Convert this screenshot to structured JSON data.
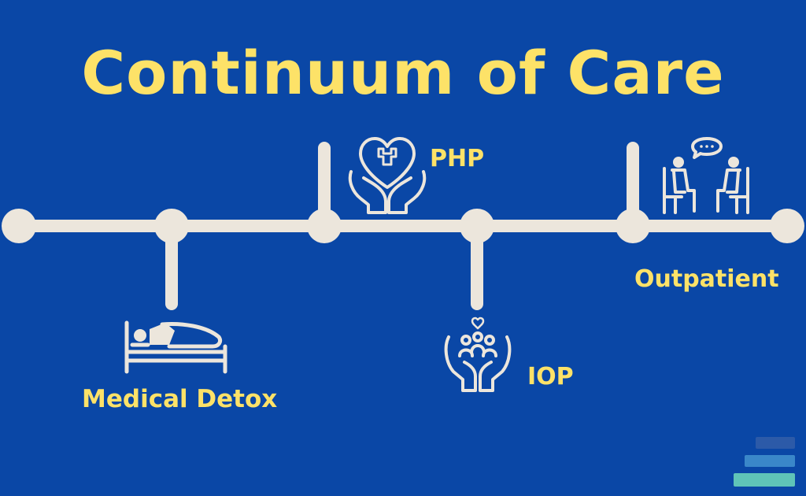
{
  "title": "Continuum of Care",
  "stages": [
    {
      "label": "Medical Detox",
      "icon": "bed-icon"
    },
    {
      "label": "PHP",
      "icon": "heart-hands-icon"
    },
    {
      "label": "IOP",
      "icon": "group-hands-icon"
    },
    {
      "label": "Outpatient",
      "icon": "counseling-icon"
    }
  ],
  "colors": {
    "background": "#0a47a6",
    "line": "#ece6dc",
    "text": "#fde268",
    "icon": "#ece6dc",
    "logo": [
      "#2c5aa8",
      "#3a87c9",
      "#5fc4b8"
    ]
  }
}
